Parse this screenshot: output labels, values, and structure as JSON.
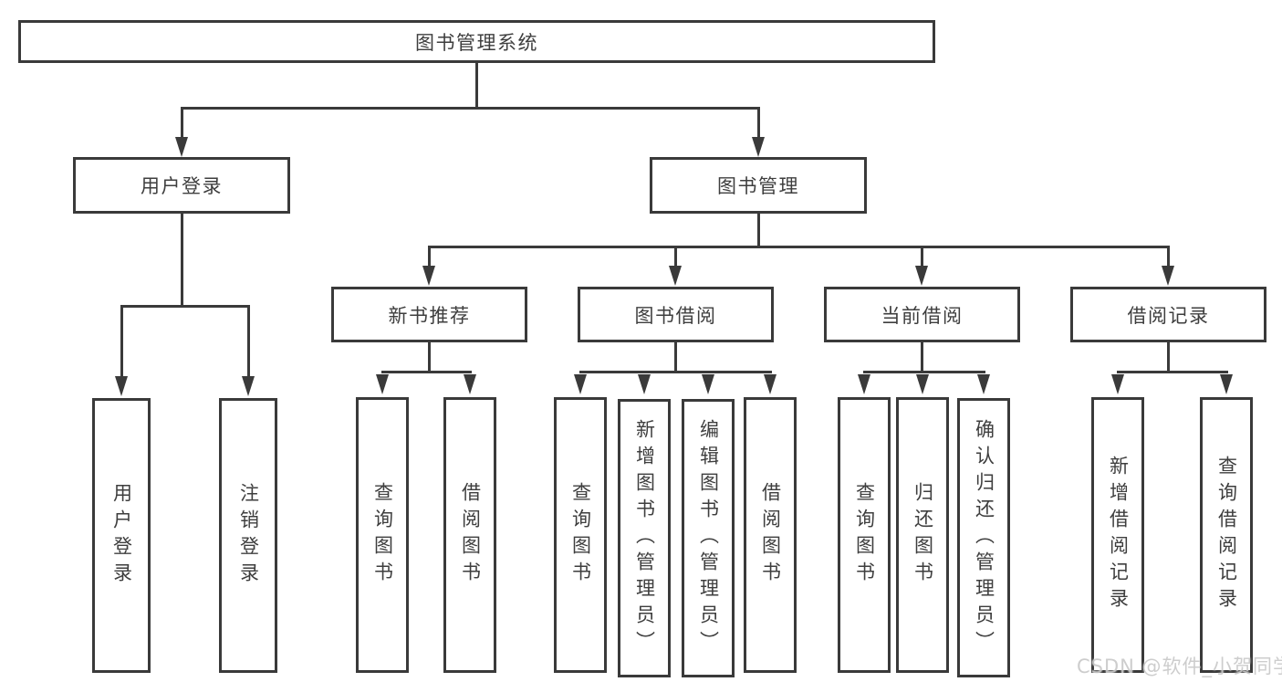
{
  "tree": {
    "root": "图书管理系统",
    "branches": [
      {
        "label": "用户登录",
        "children": [
          "用户登录",
          "注销登录"
        ]
      },
      {
        "label": "图书管理",
        "children": [
          {
            "label": "新书推荐",
            "children": [
              "查询图书",
              "借阅图书"
            ]
          },
          {
            "label": "图书借阅",
            "children": [
              "查询图书",
              "新增图书（管理员）",
              "编辑图书（管理员）",
              "借阅图书"
            ]
          },
          {
            "label": "当前借阅",
            "children": [
              "查询图书",
              "归还图书",
              "确认归还（管理员）"
            ]
          },
          {
            "label": "借阅记录",
            "children": [
              "新增借阅记录",
              "查询借阅记录"
            ]
          }
        ]
      }
    ]
  },
  "watermark": "CSDN @软件_小贺同学",
  "colors": {
    "line": "#3a3a3a",
    "text": "#3e3e3e",
    "box_background": "#ffffff",
    "watermark": "#c9c9c9"
  }
}
